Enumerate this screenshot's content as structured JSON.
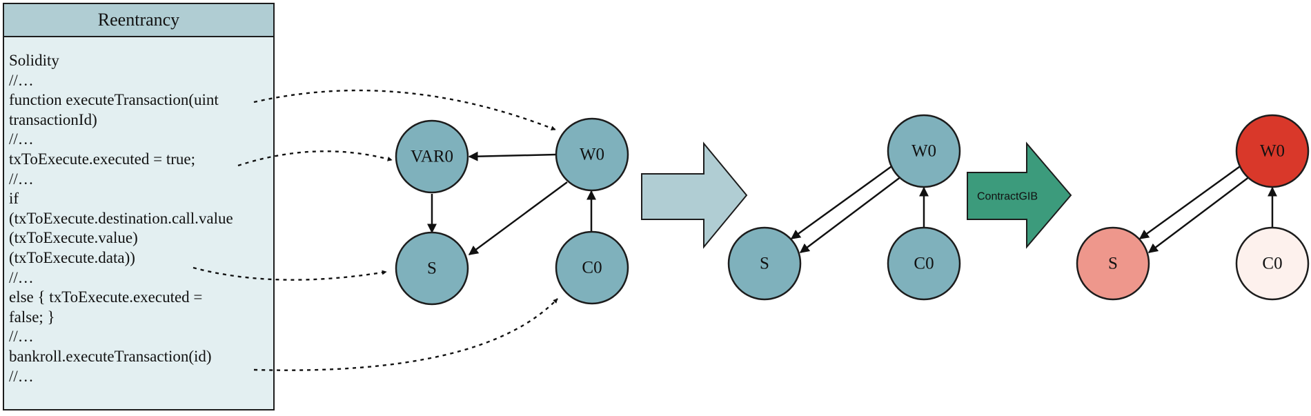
{
  "code_panel": {
    "title": "Reentrancy",
    "lines": [
      "Solidity",
      "//…",
      "function executeTransaction(uint",
      "transactionId)",
      "//…",
      "txToExecute.executed = true;",
      "//…",
      "if",
      "(txToExecute.destination.call.value",
      "(txToExecute.value)",
      "(txToExecute.data))",
      "//…",
      "else { txToExecute.executed =",
      "false; }",
      "//…",
      "bankroll.executeTransaction(id)",
      "//…"
    ]
  },
  "graph_initial": {
    "nodes": {
      "var0": "VAR0",
      "w0": "W0",
      "s": "S",
      "c0": "C0"
    }
  },
  "transition_1": {
    "label": ""
  },
  "graph_simplified": {
    "nodes": {
      "w0": "W0",
      "s": "S",
      "c0": "C0"
    }
  },
  "transition_2": {
    "label": "ContractGIB"
  },
  "graph_result": {
    "nodes": {
      "w0": "W0",
      "s": "S",
      "c0": "C0"
    }
  },
  "colors": {
    "panel_header": "#b0cdd3",
    "panel_body": "#e3eff1",
    "node_teal": "#7fb1bc",
    "node_red": "#d9382a",
    "node_pink": "#ee978c",
    "node_cream": "#fdf1ed",
    "arrow_light": "#b0cdd3",
    "arrow_green": "#3c9b7c"
  }
}
